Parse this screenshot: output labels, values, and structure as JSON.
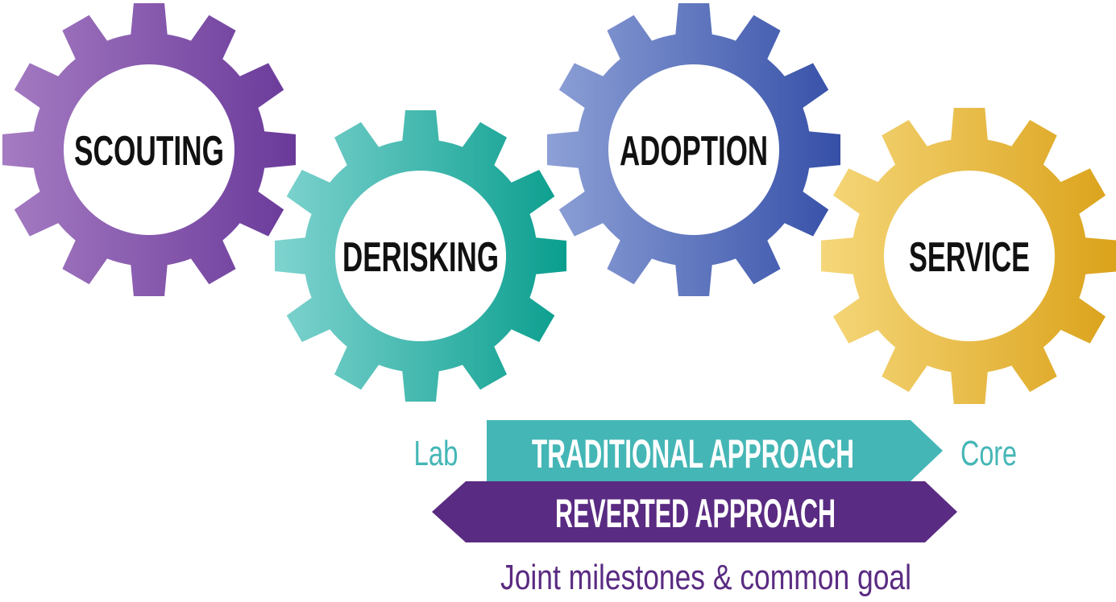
{
  "gears": [
    {
      "label": "SCOUTING",
      "color_light": "#a57bc2",
      "color_dark": "#6a3a9a"
    },
    {
      "label": "DERISKING",
      "color_light": "#7fd3cf",
      "color_dark": "#0a9e8e"
    },
    {
      "label": "ADOPTION",
      "color_light": "#8da0d6",
      "color_dark": "#3650a8"
    },
    {
      "label": "SERVICE",
      "color_light": "#f5d77a",
      "color_dark": "#dba21a"
    }
  ],
  "traditional": {
    "label": "TRADITIONAL APPROACH",
    "color": "#45b6b6"
  },
  "reverted": {
    "label": "REVERTED APPROACH",
    "color": "#5a2b82"
  },
  "endpoints": {
    "start": "Lab",
    "end": "Core",
    "color": "#45b6b6"
  },
  "footer": {
    "text": "Joint milestones & common goal",
    "color": "#5a2b82"
  }
}
